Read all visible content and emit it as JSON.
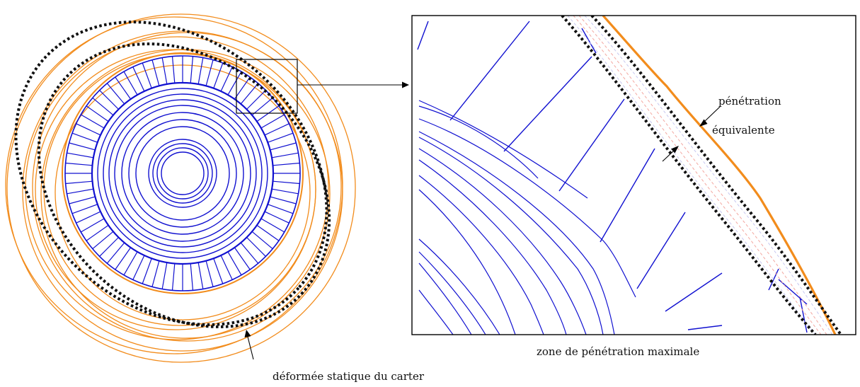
{
  "labels": {
    "penetration_line1": "pénétration",
    "penetration_line2": "équivalente",
    "zoom_caption": "zone de pénétration maximale",
    "casing_caption": "déformée statique du carter"
  },
  "colors": {
    "rotor": "#1010d0",
    "casing": "#f28c1c",
    "deformed": "#111111",
    "frame": "#000000"
  }
}
